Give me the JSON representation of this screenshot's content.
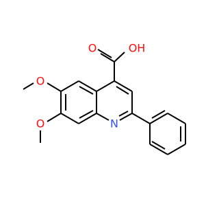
{
  "molecule": {
    "colors": {
      "bond": "#000000",
      "oxygen": "#ff0d0d",
      "nitrogen": "#3050f8",
      "background": "#ffffff"
    },
    "atoms": {
      "carbonyl_o": "O",
      "hydroxyl": "OH",
      "methoxy_6_o": "O",
      "methoxy_7_o": "O",
      "ring_n": "N"
    }
  }
}
